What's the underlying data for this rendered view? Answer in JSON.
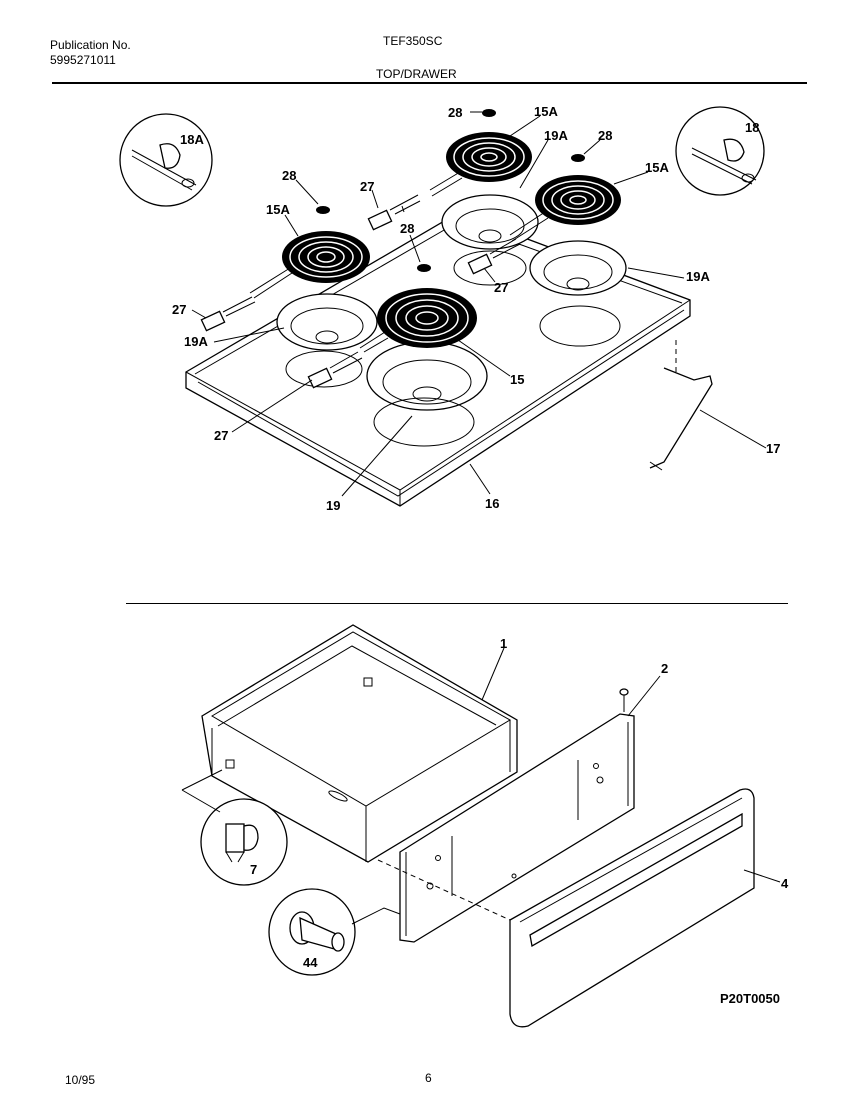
{
  "header": {
    "publication_label": "Publication No.",
    "publication_number": "5995271011",
    "model": "TEF350SC",
    "section": "TOP/DRAWER"
  },
  "footer": {
    "date": "10/95",
    "page": "6",
    "diagram_code": "P20T0050"
  },
  "callouts": {
    "c1": "1",
    "c2": "2",
    "c4": "4",
    "c7": "7",
    "c15": "15",
    "c15a_left": "15A",
    "c15a_top": "15A",
    "c15a_right": "15A",
    "c16": "16",
    "c17": "17",
    "c18": "18",
    "c18a": "18A",
    "c19": "19",
    "c19a_left": "19A",
    "c19a_top": "19A",
    "c19a_right": "19A",
    "c27_tl": "27",
    "c27_left": "27",
    "c27_bl": "27",
    "c27_mid": "27",
    "c28_top": "28",
    "c28_right": "28",
    "c28_left": "28",
    "c28_mid": "28",
    "c44": "44"
  }
}
